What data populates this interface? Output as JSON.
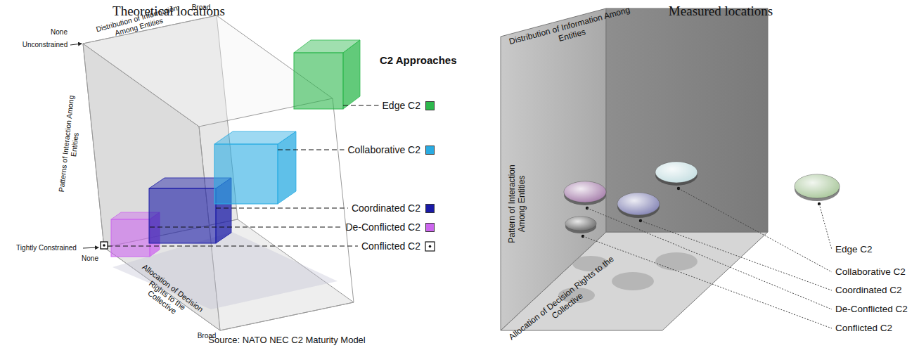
{
  "diagram": {
    "labels": [
      "Theoretical locations",
      "Measured locations",
      "Distribution of Information Among Entities",
      "Broad",
      "None",
      "Unconstrained",
      "Patterns of Interaction Among Entities",
      "Tightly Constrained",
      "None",
      "Allocation of Decision Rights to the Collective",
      "Broad",
      "C2 Approaches",
      "Source: NATO NEC C2 Maturity Model",
      "Distribution of Information Among Entities",
      "Pattern of Interaction Among Entities",
      "Allocation of Decision Rights to the Collective",
      "Edge C2",
      "Collaborative C2",
      "Coordinated C2",
      "De-Conflicted C2",
      "Conflicted C2"
    ],
    "legend": [
      {
        "text": "Edge C2",
        "color": "#2db84d"
      },
      {
        "text": "Collaborative C2",
        "color": "#29abe2"
      },
      {
        "text": "Coordinated C2",
        "color": "#1a1aa6"
      },
      {
        "text": "De-Conflicted C2",
        "color": "#cc66ee"
      },
      {
        "text": "Conflicted C2"
      }
    ]
  }
}
